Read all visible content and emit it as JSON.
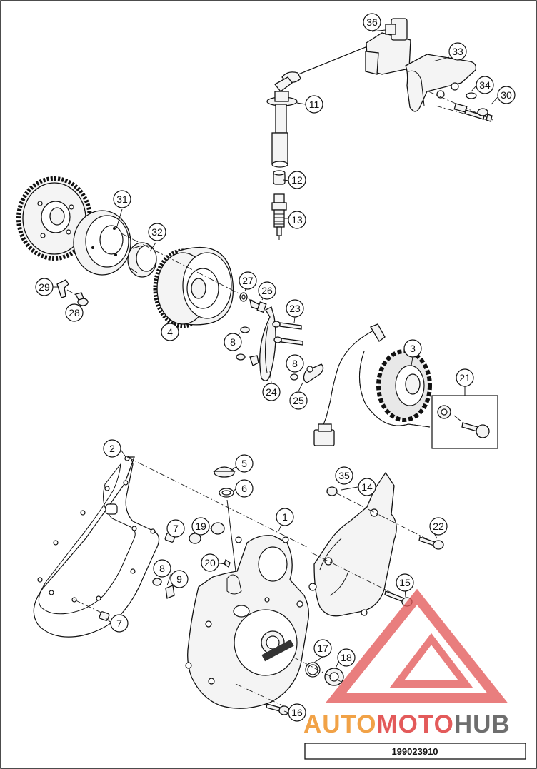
{
  "diagram": {
    "callouts": [
      "36",
      "33",
      "34",
      "30",
      "11",
      "12",
      "13",
      "31",
      "32",
      "29",
      "28",
      "27",
      "26",
      "23",
      "4",
      "8",
      "24",
      "25",
      "3",
      "21",
      "2",
      "5",
      "6",
      "35",
      "14",
      "1",
      "19",
      "7",
      "22",
      "20",
      "9",
      "15",
      "17",
      "18",
      "16"
    ],
    "document_number": "199023910"
  },
  "watermark": {
    "part1": "AUTO",
    "part2": "MOTO",
    "part3": "HUB",
    "color_red": "#e35a5a",
    "color_orange": "#f1a247",
    "color_gray": "#6e6e6e"
  }
}
